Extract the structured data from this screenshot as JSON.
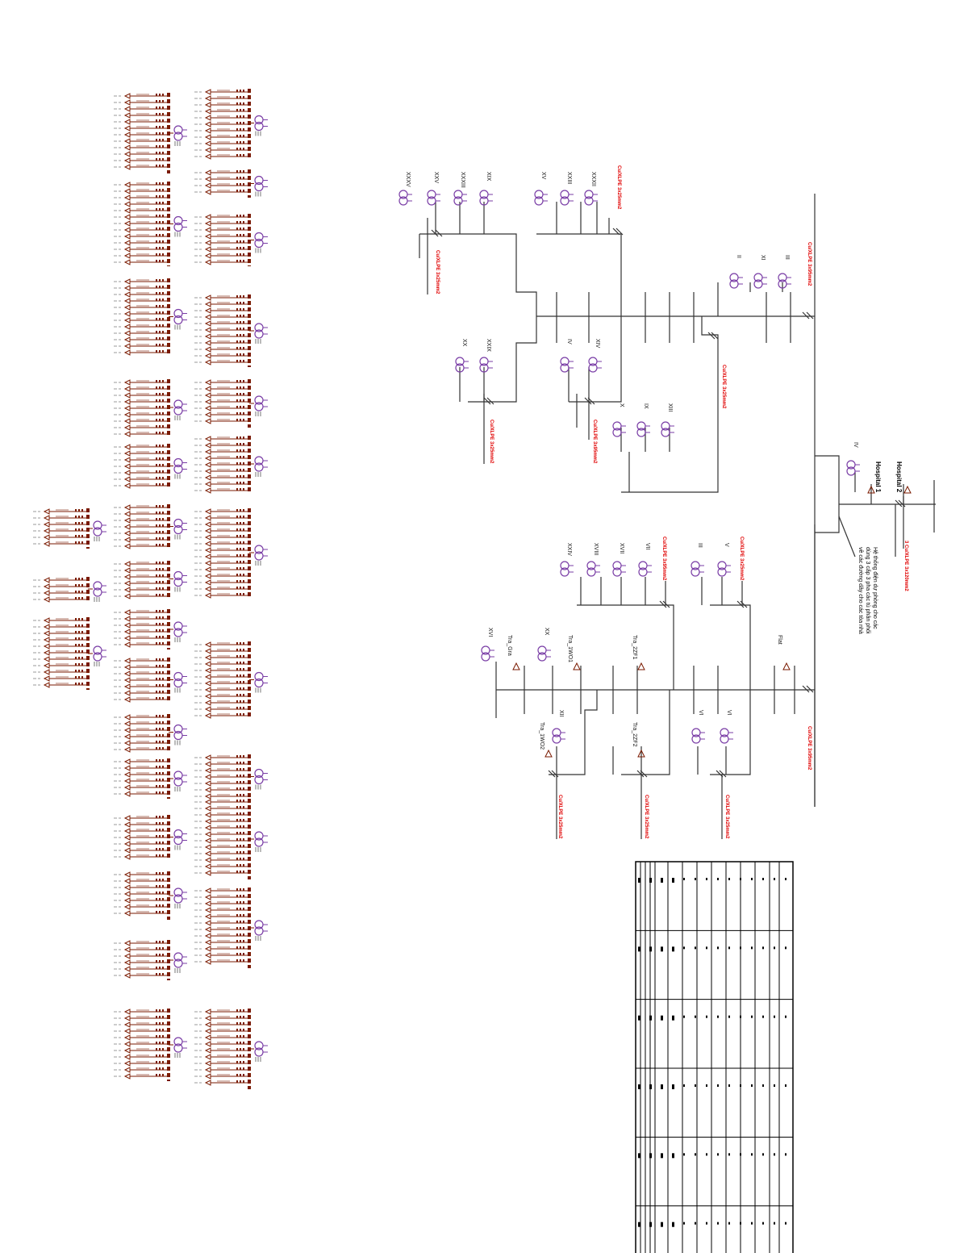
{
  "colors": {
    "wire": "#333333",
    "cable_label": "#e00000",
    "load": "#7a1a00",
    "transformer": "#7a3ea6",
    "panel_bus": "#7a1a00",
    "panel_bus_alt": "#f2a900"
  },
  "right_branch": {
    "units_upper": [
      {
        "id": "u1",
        "label": "XXXV"
      },
      {
        "id": "u2",
        "label": "XXV"
      },
      {
        "id": "u3",
        "label": "XXXIII"
      },
      {
        "id": "u4",
        "label": "XIX"
      },
      {
        "id": "u5",
        "label": "XV"
      },
      {
        "id": "u6",
        "label": "XXIII"
      },
      {
        "id": "u7",
        "label": "XXXII"
      },
      {
        "id": "u8",
        "label": "XX"
      },
      {
        "id": "u9",
        "label": "XXIX"
      },
      {
        "id": "u10",
        "label": "IV"
      },
      {
        "id": "u11",
        "label": "XIV"
      },
      {
        "id": "u12",
        "label": "X"
      },
      {
        "id": "u13",
        "label": "IX"
      },
      {
        "id": "u14",
        "label": "XIII"
      },
      {
        "id": "u15",
        "label": "II"
      },
      {
        "id": "u16",
        "label": "XI"
      },
      {
        "id": "u17",
        "label": "III"
      },
      {
        "id": "u18",
        "label": "IV"
      }
    ],
    "cables": [
      {
        "id": "c1",
        "label": "Cu/XLPE 3x25mm2"
      },
      {
        "id": "c2",
        "label": "Cu/XLPE 3x25mm2"
      },
      {
        "id": "c3",
        "label": "Cu/XLPE 3x95mm2"
      },
      {
        "id": "c4",
        "label": "Cu/XLPE 3x25mm2"
      },
      {
        "id": "c5",
        "label": "Cu/XLPE 3x25mm2"
      },
      {
        "id": "c6",
        "label": "Cu/XLPE 3x95mm2"
      }
    ],
    "hospital": [
      {
        "id": "h1",
        "label": "Hospital 1"
      },
      {
        "id": "h2",
        "label": "Hospital 2"
      }
    ],
    "main_cable": "3 Cu/XLPE 3x120mm2",
    "note_lines": [
      "Hệ thống điện dự phòng cho các",
      "dùng 3 cấp 3 pha các tủ phân phối",
      "về các đường dây cho các tòa nhà"
    ]
  },
  "left_branch": {
    "units_upper": [
      {
        "id": "l1",
        "label": "XXIV"
      },
      {
        "id": "l2",
        "label": "XVIII"
      },
      {
        "id": "l3",
        "label": "XVII"
      },
      {
        "id": "l4",
        "label": "VII"
      },
      {
        "id": "l5",
        "label": "III"
      },
      {
        "id": "l6",
        "label": "V"
      },
      {
        "id": "l7",
        "label": "XVI"
      },
      {
        "id": "l8",
        "label": "XX"
      },
      {
        "id": "l9",
        "label": "XII"
      },
      {
        "id": "l10",
        "label": "VI"
      },
      {
        "id": "l11",
        "label": "VI"
      }
    ],
    "loads": [
      {
        "id": "t1",
        "label": "Tra_Gra"
      },
      {
        "id": "t2",
        "label": "Tra_1WO1"
      },
      {
        "id": "t3",
        "label": "Tra_2ZF1"
      },
      {
        "id": "t4",
        "label": "Tra_1WO2"
      },
      {
        "id": "t5",
        "label": "Tra_2ZF2"
      },
      {
        "id": "t6",
        "label": "Flat"
      }
    ],
    "cables": [
      {
        "id": "d1",
        "label": "Cu/XLPE 3x95mm2"
      },
      {
        "id": "d2",
        "label": "Cu/XLPE 3x25mm2"
      },
      {
        "id": "d3",
        "label": "Cu/XLPE 3x95mm2"
      },
      {
        "id": "d4",
        "label": "Cu/XLPE 3x25mm2"
      },
      {
        "id": "d5",
        "label": "Cu/XLPE 3x25mm2"
      },
      {
        "id": "d6",
        "label": "Cu/XLPE 3x25mm2"
      }
    ]
  },
  "table": {
    "columns": 6,
    "rows": 14
  }
}
